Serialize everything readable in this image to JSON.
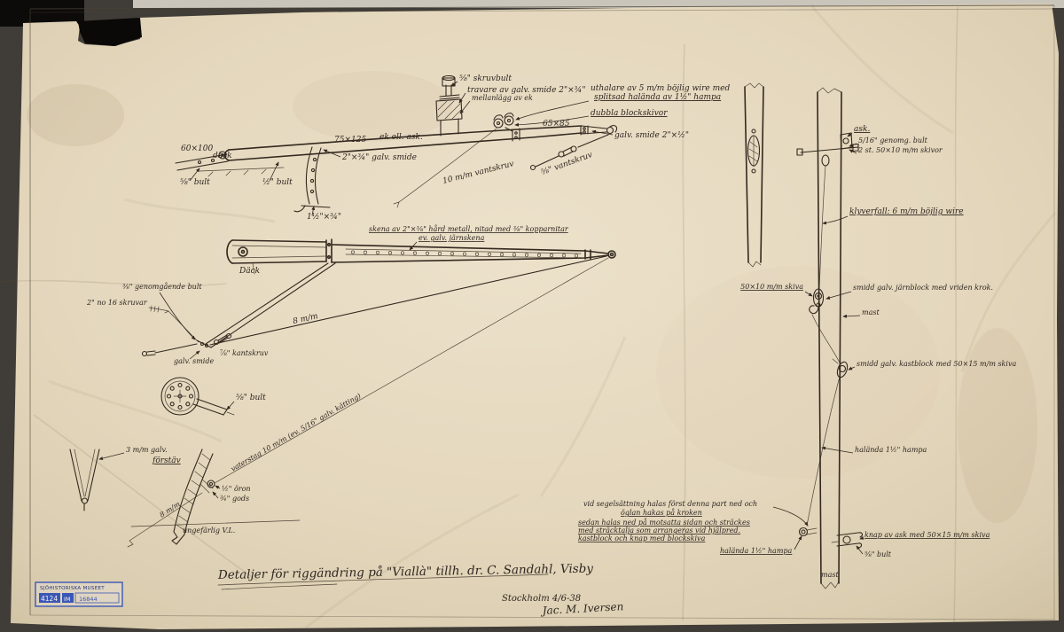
{
  "title_block": {
    "title": "Detaljer för riggändring på \"Viallà\" tillh. dr. C. Sandahl, Visby",
    "place_date": "Stockholm 4/6-38",
    "signature": "Jac. M. Iversen"
  },
  "stamp": {
    "line1": "SJÖHISTORISKA MUSEET",
    "num1": "4124",
    "num2": "IM",
    "num3": "16844"
  },
  "annotations": {
    "skruvbult": "⅝\" skruvbult",
    "travare": "travare av galv. smide 2\"×¾\"",
    "mellanlagg": "mellanlägg av ek",
    "uthalare1": "uthalare av 5 m/m böjlig wire med",
    "uthalare2": "splitsad halända av 1½\" hampa",
    "dubbla": "dubbla blockskivor",
    "dim75": "75×125",
    "ekask": "ek ell. ask.",
    "dim65": "65×85",
    "galvsmide_tip": "galv. smide 2\"×½\"",
    "galvsmide_bracket": "2\"×¾\" galv. smide",
    "dim60": "60×100",
    "dack_top": "däck",
    "bult58_top": "⅝\" bult",
    "bult12": "½\" bult",
    "dim_bracket": "1½\"×¾\"",
    "vantskruv10": "10 m/m vantskruv",
    "vantskruv58": "⅝\" vantskruv",
    "skena1": "skena av 2\"×⅜\" hård metall, nitad med ⅜\" kopparnitar",
    "skena2": "ev. galv. järnskena",
    "dack_mid": "Däck",
    "genombult38": "⅜\" genomgående bult",
    "skruvar": "2\" no 16 skruvar",
    "kantskruv": "⅞\" kantskruv",
    "galvsmide": "galv. smide",
    "mm8a": "8 m/m",
    "bult58_mid": "⅝\" bult",
    "galv3mm": "3 m/m galv.",
    "forstav": "förstäv",
    "vaterstag": "vaterstag 10 m/m  (ev. 5/16\" galv. kätting)",
    "oron": "½\" öron",
    "gods": "¾\" gods",
    "mm8b": "8 m/m",
    "vl": "ungefärlig V.L.",
    "ask": "ask.",
    "genombult516": "5/16\" genomg. bult",
    "skivor": "2 st. 50×10 m/m skivor",
    "klyverfall": "klyverfall: 6 m/m böjlig wire",
    "skiva5010": "50×10 m/m skiva",
    "jarnblock": "smidd galv. järnblock med vriden krok.",
    "mast_a": "mast",
    "kastblock": "smidd galv. kastblock med 50×15 m/m skiva",
    "halanda_a": "halända 1½\" hampa",
    "note1_1": "vid segelsättning halas först denna part ned och",
    "note1_2": "öglan hakas på kroken",
    "note2_1": "sedan halas ned på motsatta sidan och sträckes",
    "note2_2": "med sträcktalja som arrangeras vid hjälpred.",
    "note2_3": "kastblock och knap med blockskiva",
    "knap": "knap av ask med 50×15 m/m skiva",
    "bult58_r": "⅝\" bult",
    "halanda_b": "halända 1½\" hampa",
    "mast_b": "mast"
  }
}
